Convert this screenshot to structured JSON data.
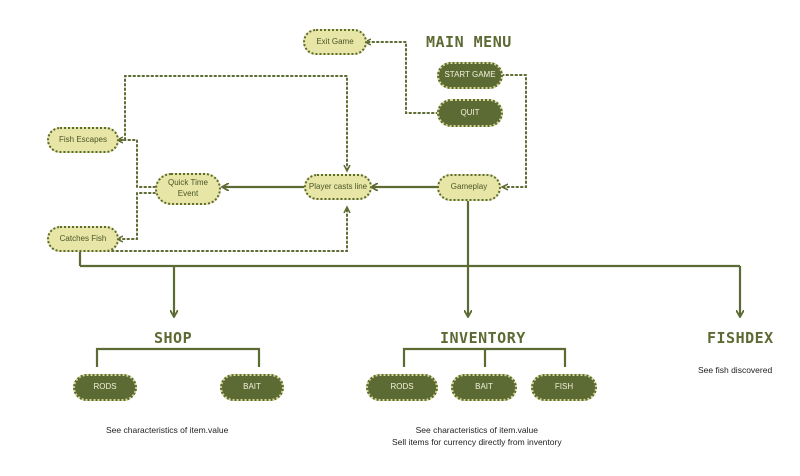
{
  "main_menu": {
    "title": "MAIN MENU",
    "exit_game": "Exit Game",
    "start_game": "START GAME",
    "quit": "QUIT"
  },
  "gameplay": {
    "gameplay": "Gameplay",
    "player_casts_line": "Player casts line",
    "quick_time_event_line1": "Quick Time",
    "quick_time_event_line2": "Event",
    "fish_escapes": "Fish Escapes",
    "catches_fish": "Catches Fish"
  },
  "shop": {
    "title": "SHOP",
    "rods": "RODS",
    "bait": "BAIT",
    "caption": "See characteristics of item.value"
  },
  "inventory": {
    "title": "INVENTORY",
    "rods": "RODS",
    "bait": "BAIT",
    "fish": "FISH",
    "caption_line1": "See characteristics of item.value",
    "caption_line2": "Sell items for currency directly from inventory"
  },
  "fishdex": {
    "title": "FISHDEX",
    "caption": "See fish discovered"
  },
  "colors": {
    "dark_node": "#5c6a33",
    "light_node": "#e7e6a6",
    "connector": "#5c6a33"
  }
}
